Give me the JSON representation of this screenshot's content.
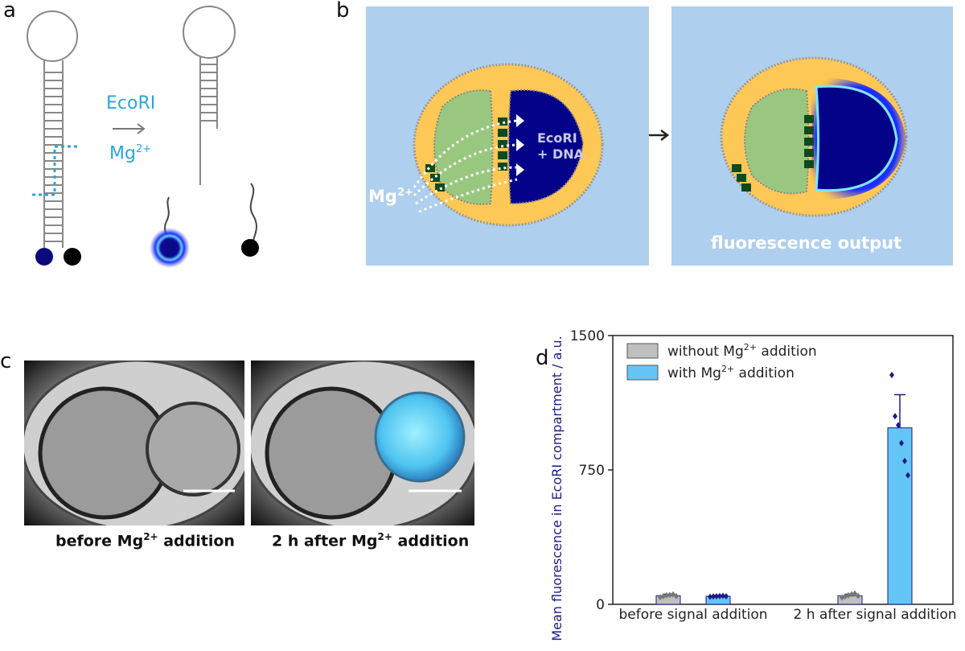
{
  "panels": {
    "a": {
      "letter": "a",
      "enzyme_label": "EcoRI",
      "ion_label": "Mg",
      "ion_charge": "2+"
    },
    "b": {
      "letter": "b",
      "compartment_line1": "EcoRI",
      "compartment_line2": "+ DNA",
      "ion_label": "Mg",
      "ion_charge": "2+",
      "output_label": "fluorescence output"
    },
    "c": {
      "letter": "c",
      "caption_left_pre": "before Mg",
      "caption_left_charge": "2+",
      "caption_left_post": " addition",
      "caption_right_pre": "2 h after Mg",
      "caption_right_charge": "2+",
      "caption_right_post": " addition"
    },
    "d": {
      "letter": "d"
    }
  },
  "chart_data": {
    "type": "bar",
    "ylabel": "Mean fluorescence in EcoRI compartment / a.u.",
    "ylim": [
      0,
      1500
    ],
    "yticks": [
      "0",
      "750",
      "1500"
    ],
    "categories": [
      "before signal addition",
      "2 h after signal addition"
    ],
    "legend": {
      "placement": "top-left",
      "entries": [
        {
          "pre": "without Mg",
          "charge": "2+",
          "post": " addition",
          "color": "#c0c0c0"
        },
        {
          "pre": "with Mg",
          "charge": "2+",
          "post": " addition",
          "color": "#63c6f7"
        }
      ]
    },
    "series": [
      {
        "color": "#c0c0c0",
        "values": [
          48,
          48
        ],
        "errors": [
          8,
          8
        ],
        "points": [
          [
            40,
            45,
            50,
            52,
            55,
            46
          ],
          [
            38,
            44,
            50,
            56,
            60,
            47
          ]
        ]
      },
      {
        "color": "#63c6f7",
        "values": [
          45,
          985
        ],
        "errors": [
          5,
          185
        ],
        "points": [
          [
            42,
            44,
            45,
            46,
            47,
            45
          ],
          [
            1280,
            1050,
            1000,
            900,
            800,
            720
          ]
        ]
      }
    ]
  }
}
